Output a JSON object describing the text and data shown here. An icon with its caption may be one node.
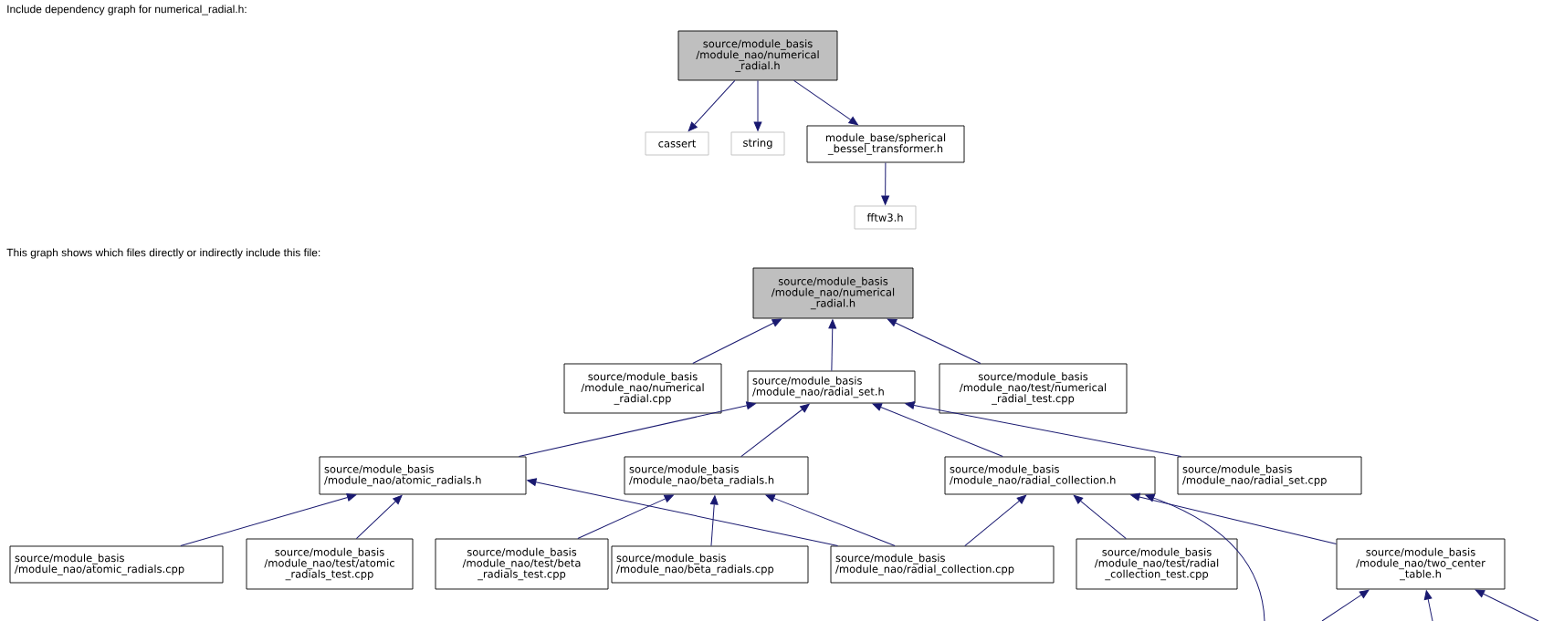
{
  "diagram": {
    "nodes": [
      {
        "text": [
          "source/module_basis /module_nao/numerical _radial.h"
        ]
      },
      {
        "text": [
          "cassert"
        ]
      },
      {
        "text": [
          "string"
        ]
      },
      {
        "text": [
          "module_base/spherical _bessel_transformer.h"
        ]
      },
      {
        "text": [
          "fftw3.h"
        ]
      },
      {
        "text": [
          "source/module_basis /module_nao/numerical _radial.h"
        ]
      },
      {
        "text": [
          "source/module_basis /module_nao/numerical _radial.cpp"
        ]
      },
      {
        "text": [
          "source/module_basis /module_nao/radial_set.h"
        ]
      },
      {
        "text": [
          "source/module_basis /module_nao/test/numerical _radial_test.cpp"
        ]
      },
      {
        "text": [
          "source/module_basis /module_nao/atomic_radials.h"
        ]
      },
      {
        "text": [
          "source/module_basis /module_nao/beta_radials.h"
        ]
      },
      {
        "text": [
          "source/module_basis /module_nao/radial_collection.h"
        ]
      },
      {
        "text": [
          "source/module_basis /module_nao/radial_set.cpp"
        ]
      },
      {
        "text": [
          "source/module_basis /module_nao/atomic_radials.cpp"
        ]
      },
      {
        "text": [
          "source/module_basis /module_nao/test/atomic _radials_test.cpp"
        ]
      },
      {
        "text": [
          "source/module_basis /module_nao/test/beta _radials_test.cpp"
        ]
      },
      {
        "text": [
          "source/module_basis /module_nao/beta_radials.cpp"
        ]
      },
      {
        "text": [
          "source/module_basis /module_nao/radial_collection.cpp"
        ]
      },
      {
        "text": [
          "source/module_basis /module_nao/test/radial _collection_test.cpp"
        ]
      },
      {
        "text": [
          "source/module_basis /module_nao/two_center _table.h"
        ]
      }
    ],
    "edges": [
      {
        "from": 0,
        "to": 1,
        "arrow": "to"
      },
      {
        "from": 0,
        "to": 2,
        "arrow": "to"
      },
      {
        "from": 0,
        "to": 3,
        "arrow": "to"
      },
      {
        "from": 3,
        "to": 4,
        "arrow": "to"
      },
      {
        "from": 6,
        "to": 5,
        "arrow": "to"
      },
      {
        "from": 7,
        "to": 5,
        "arrow": "to"
      },
      {
        "from": 8,
        "to": 5,
        "arrow": "to"
      },
      {
        "from": 9,
        "to": 7,
        "arrow": "to"
      },
      {
        "from": 10,
        "to": 7,
        "arrow": "to"
      },
      {
        "from": 11,
        "to": 7,
        "arrow": "to"
      },
      {
        "from": 12,
        "to": 7,
        "arrow": "to"
      },
      {
        "from": 13,
        "to": 9,
        "arrow": "to"
      },
      {
        "from": 14,
        "to": 9,
        "arrow": "to"
      },
      {
        "from": 17,
        "to": 9,
        "arrow": "to"
      },
      {
        "from": 15,
        "to": 10,
        "arrow": "to"
      },
      {
        "from": 16,
        "to": 10,
        "arrow": "to"
      },
      {
        "from": 17,
        "to": 10,
        "arrow": "to"
      },
      {
        "from": 17,
        "to": 11,
        "arrow": "to"
      },
      {
        "from": 18,
        "to": 11,
        "arrow": "to"
      },
      {
        "from": null,
        "to": 11,
        "arrow": "to"
      },
      {
        "from": 19,
        "to": 11,
        "arrow": "to"
      },
      {
        "from": null,
        "to": 19,
        "arrow": "to"
      },
      {
        "from": null,
        "to": 19,
        "arrow": "to"
      },
      {
        "from": null,
        "to": 19,
        "arrow": "to"
      }
    ],
    "labels": [
      "Include dependency graph for numerical_radial.h:",
      "This graph shows which files directly or indirectly include this file:"
    ]
  }
}
